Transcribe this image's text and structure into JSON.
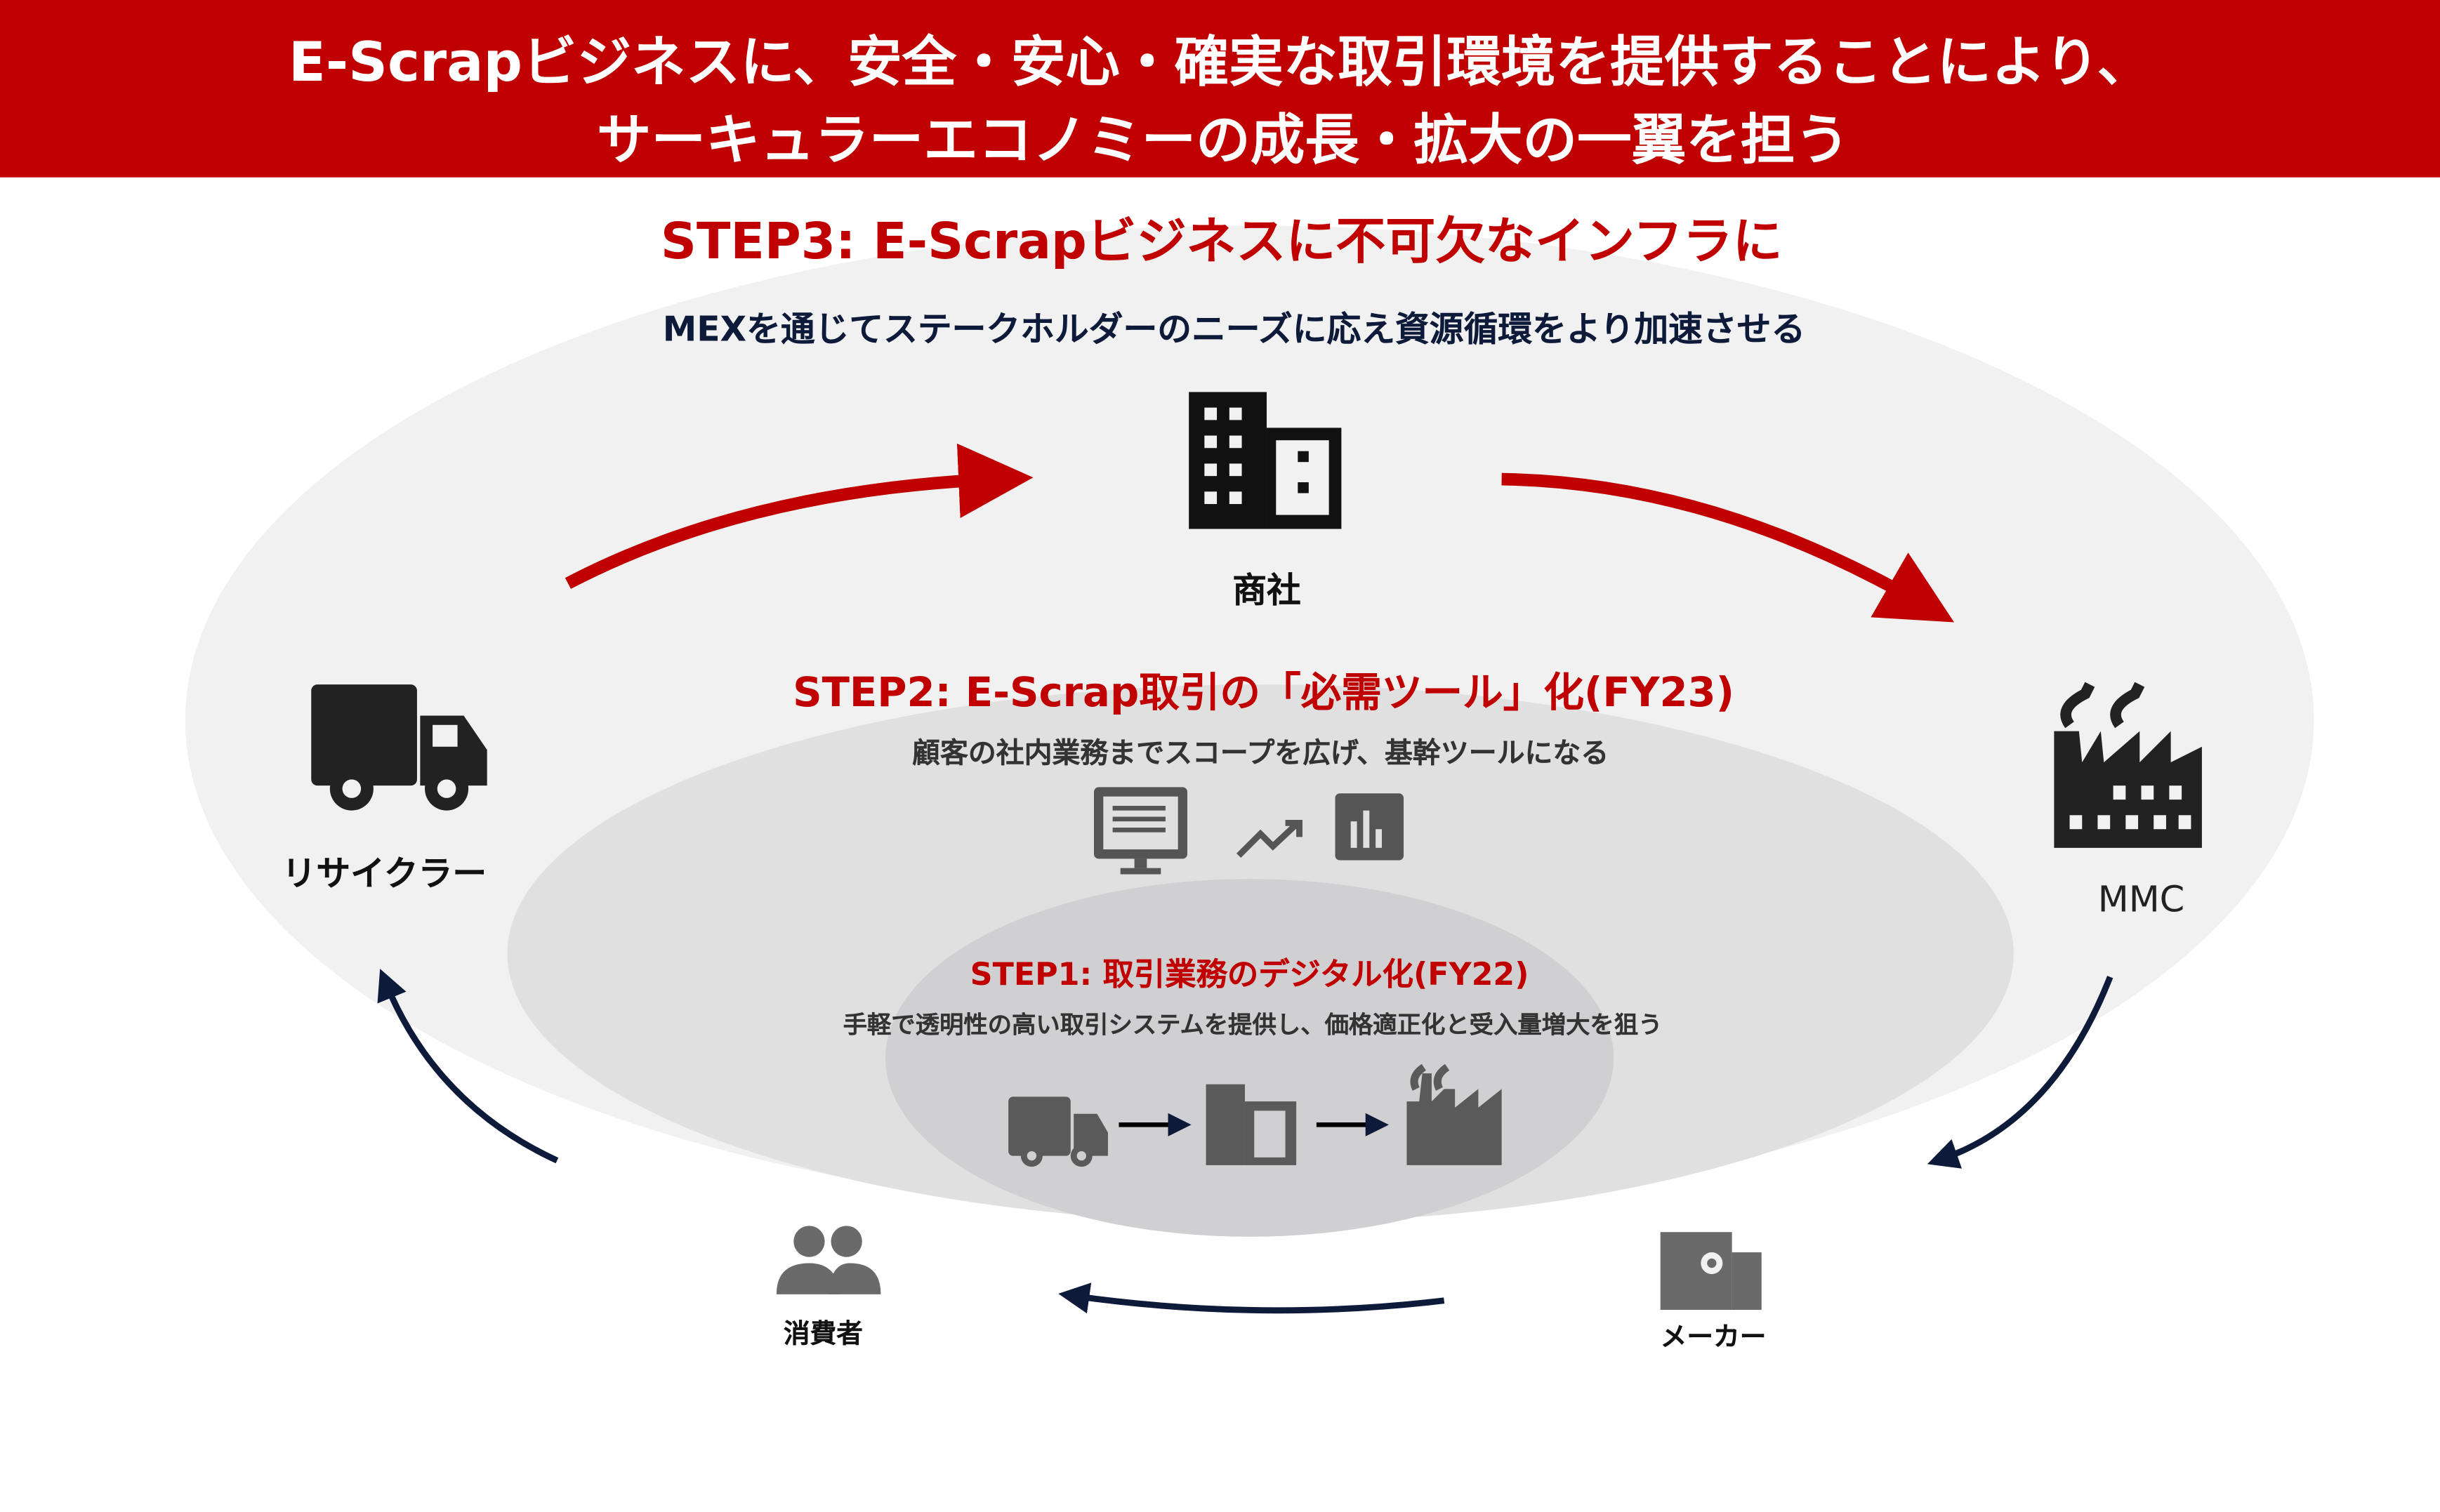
{
  "header": {
    "line1": "E-Scrapビジネスに、安全・安心・確実な取引環境を提供することにより、",
    "line2": "サーキュラーエコノミーの成長・拡大の一翼を担う"
  },
  "step3": {
    "title": "STEP3: E-Scrapビジネスに不可欠なインフラに",
    "desc": "MEXを通じてステークホルダーのニーズに応え資源循環をより加速させる"
  },
  "step2": {
    "title": "STEP2: E-Scrap取引の「必需ツール」化(FY23)",
    "desc": "顧客の社内業務までスコープを広げ、基幹ツールになる"
  },
  "step1": {
    "title": "STEP1: 取引業務のデジタル化(FY22)",
    "desc": "手軽で透明性の高い取引システムを提供し、価格適正化と受入量増大を狙う"
  },
  "actors": {
    "trading": "商社",
    "recycler": "リサイクラー",
    "mmc": "MMC",
    "consumer": "消費者",
    "maker": "メーカー"
  },
  "colors": {
    "red": "#c00000",
    "navy": "#0e1a3a",
    "outer": "#f1f1f1",
    "middle": "#e0e0e0",
    "inner": "#d0d0d2"
  }
}
